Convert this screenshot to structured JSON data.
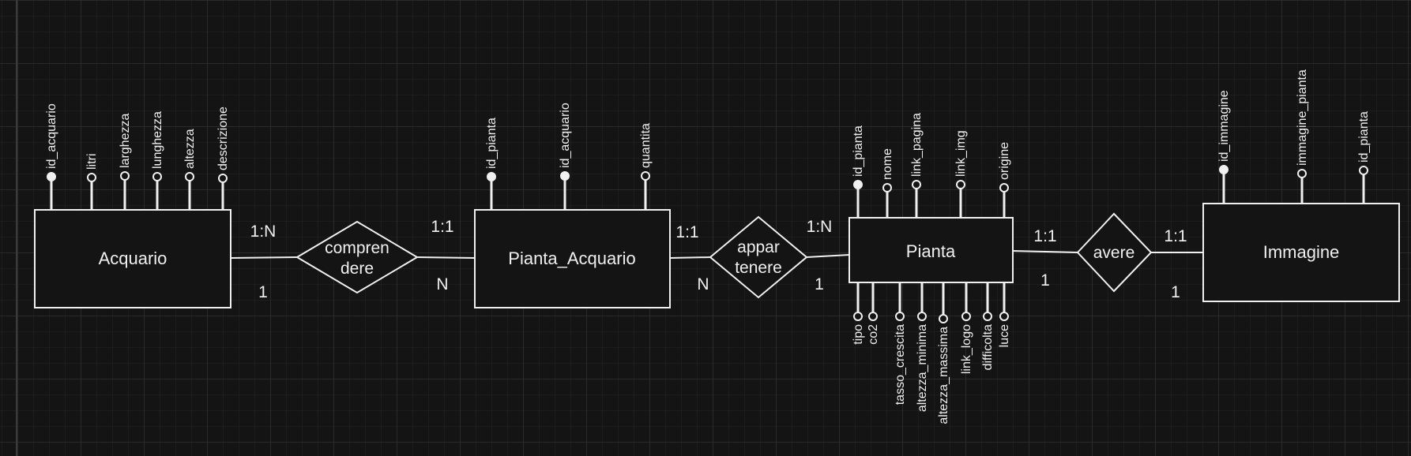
{
  "colors": {
    "background": "#141414",
    "grid": "#2a2a2a",
    "stroke": "#f0f0f0"
  },
  "entities": {
    "acquario": {
      "name": "Acquario"
    },
    "pianta_acquario": {
      "name": "Pianta_Acquario"
    },
    "pianta": {
      "name": "Pianta"
    },
    "immagine": {
      "name": "Immagine"
    }
  },
  "relations": {
    "comprendere": {
      "line1": "compren",
      "line2": "dere"
    },
    "appartenere": {
      "line1": "appar",
      "line2": "tenere"
    },
    "avere": {
      "line1": "avere"
    }
  },
  "cardinalities": {
    "acq_top": "1:N",
    "acq_bottom": "1",
    "pa_left_top": "1:1",
    "pa_left_bottom": "N",
    "pa_right_top": "1:1",
    "pa_right_bottom": "N",
    "pianta_left_top": "1:N",
    "pianta_left_bottom": "1",
    "pianta_right_top": "1:1",
    "pianta_right_bottom": "1",
    "imm_top": "1:1",
    "imm_bottom": "1"
  },
  "attributes": {
    "acquario": [
      {
        "label": "id_acquario",
        "key": true
      },
      {
        "label": "litri",
        "key": false
      },
      {
        "label": "larghezza",
        "key": false
      },
      {
        "label": "lunghezza",
        "key": false
      },
      {
        "label": "altezza",
        "key": false
      },
      {
        "label": "descrizione",
        "key": false
      }
    ],
    "pianta_acquario": [
      {
        "label": "id_pianta",
        "key": true
      },
      {
        "label": "id_acquario",
        "key": true
      },
      {
        "label": "quantita",
        "key": false
      }
    ],
    "pianta_top": [
      {
        "label": "id_pianta",
        "key": true
      },
      {
        "label": "nome",
        "key": false
      },
      {
        "label": "link_pagina",
        "key": false
      },
      {
        "label": "link_img",
        "key": false
      },
      {
        "label": "origine",
        "key": false
      }
    ],
    "pianta_bottom": [
      {
        "label": "tipo",
        "key": false
      },
      {
        "label": "co2",
        "key": false
      },
      {
        "label": "tasso_crescita",
        "key": false
      },
      {
        "label": "altezza_minima",
        "key": false
      },
      {
        "label": "altezza_massima",
        "key": false
      },
      {
        "label": "link_logo",
        "key": false
      },
      {
        "label": "difficolta",
        "key": false
      },
      {
        "label": "luce",
        "key": false
      }
    ],
    "immagine": [
      {
        "label": "id_immagine",
        "key": true
      },
      {
        "label": "immagine_pianta",
        "key": false
      },
      {
        "label": "id_pianta",
        "key": false
      }
    ]
  }
}
